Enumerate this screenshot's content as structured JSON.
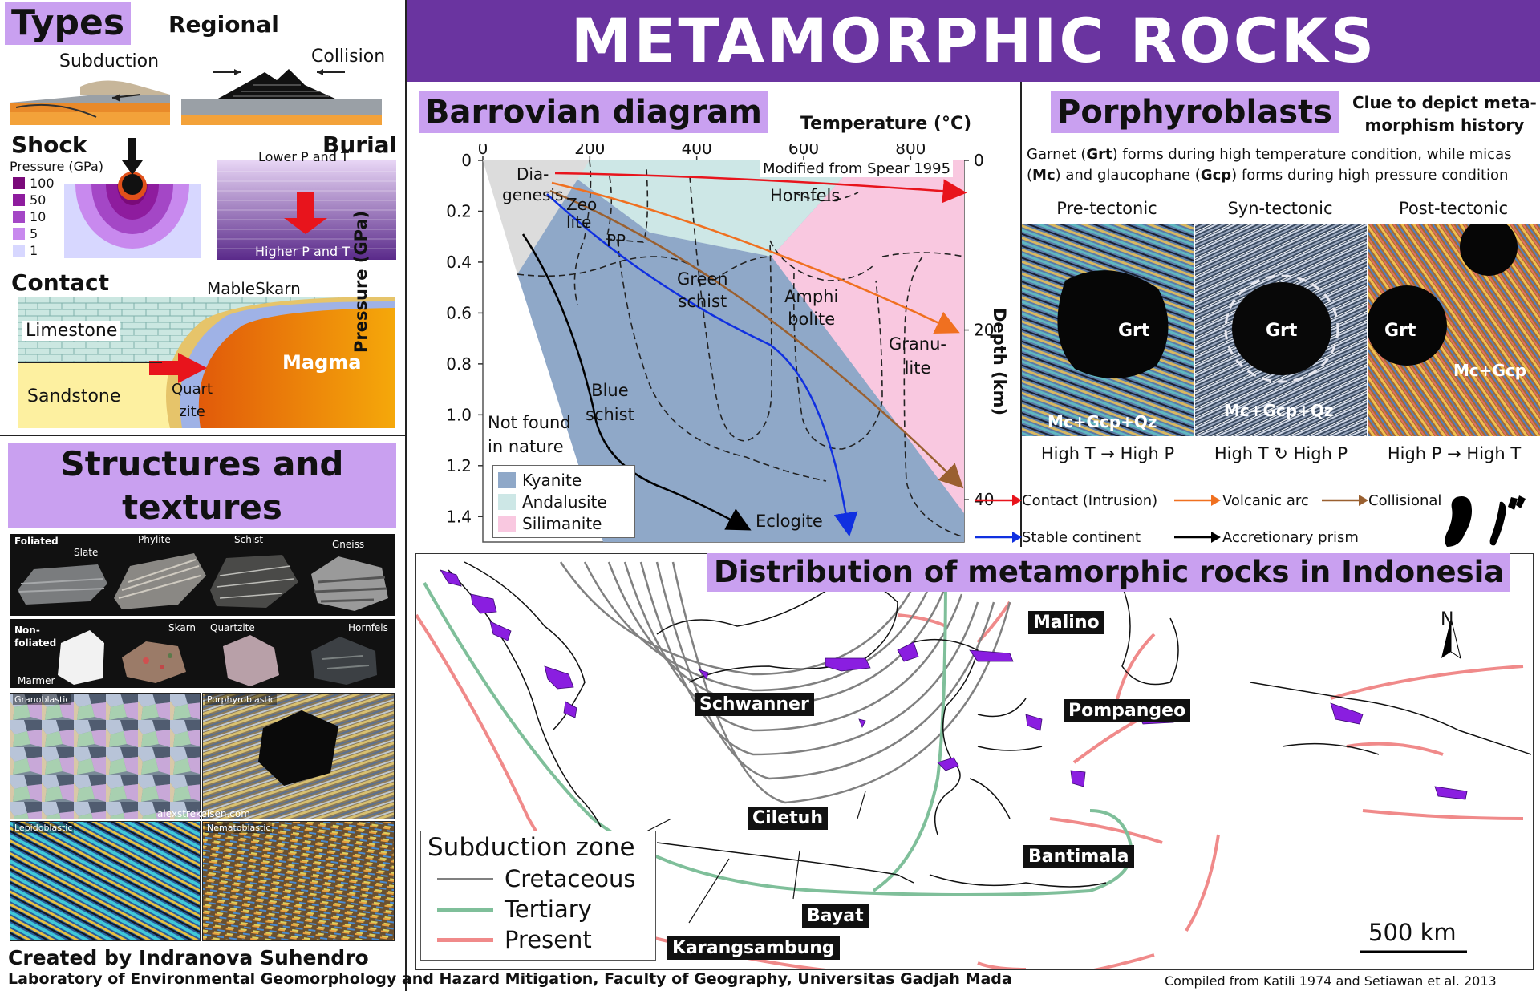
{
  "title": "METAMORPHIC ROCKS",
  "types": {
    "heading": "Types",
    "regional": "Regional",
    "subduction": "Subduction",
    "collision": "Collision",
    "shock": "Shock",
    "burial": "Burial",
    "pressure_label": "Pressure (GPa)",
    "pressure_levels": [
      {
        "label": "100",
        "color": "#7a0a7a"
      },
      {
        "label": "50",
        "color": "#8e1c9e"
      },
      {
        "label": "10",
        "color": "#a447c6"
      },
      {
        "label": "5",
        "color": "#c889ee"
      },
      {
        "label": "1",
        "color": "#d7d7ff"
      }
    ],
    "burial_top": "Lower P and T",
    "burial_bottom": "Higher P and T",
    "contact": "Contact",
    "mable_skarn": "MableSkarn",
    "limestone": "Limestone",
    "sandstone": "Sandstone",
    "quartzite": "Quart\nzite",
    "magma": "Magma"
  },
  "structures": {
    "heading_line1": "Structures and",
    "heading_line2": "textures",
    "foliated": "Foliated",
    "foliated_rocks": [
      "Slate",
      "Phylite",
      "Schist",
      "Gneiss"
    ],
    "nonfoliated": "Non-\nfoliated",
    "nonfoliated_rocks": [
      "Marmer",
      "Skarn",
      "Quartzite",
      "Hornfels"
    ],
    "textures": [
      "Granoblastic",
      "Porphyroblastic",
      "Lepidoblastic",
      "Nematoblastic"
    ],
    "watermark": "alexstrekeisen.com"
  },
  "barrovian": {
    "heading": "Barrovian diagram",
    "temp_axis": "Temperature (°C)",
    "pressure_axis": "Pressure (GPa)",
    "depth_axis": "Depth (km)",
    "temp_ticks": [
      "0",
      "200",
      "400",
      "600",
      "800"
    ],
    "pressure_ticks": [
      "0",
      "0.2",
      "0.4",
      "0.6",
      "0.8",
      "1.0",
      "1.2",
      "1.4"
    ],
    "depth_ticks": [
      "0",
      "20",
      "40"
    ],
    "source": "Modified from Spear 1995",
    "facies": {
      "diagenesis": "Dia-\ngenesis",
      "zeolite": "Zeo\nlite",
      "pp": "PP",
      "hornfels": "Hornfels",
      "greenschist": "Green\nschist",
      "amphibolite": "Amphi\nbolite",
      "granulite": "Granu-\nlite",
      "blueschist": "Blue\nschist",
      "eclogite": "Eclogite",
      "notfound": "Not found\nin nature"
    },
    "legend": [
      {
        "label": "Kyanite",
        "color": "#8fa8c8"
      },
      {
        "label": "Andalusite",
        "color": "#cde7e6"
      },
      {
        "label": "Silimanite",
        "color": "#f9c8e0"
      }
    ],
    "gradients": [
      {
        "label": "Contact (Intrusion)",
        "color": "#e8141c"
      },
      {
        "label": "Volcanic arc",
        "color": "#f07020"
      },
      {
        "label": "Collisional",
        "color": "#9a6030"
      },
      {
        "label": "Stable continent",
        "color": "#1030e0"
      },
      {
        "label": "Accretionary prism",
        "color": "#000000"
      }
    ]
  },
  "porphyro": {
    "heading": "Porphyroblasts",
    "clue": "Clue to depict meta-\nmorphism history",
    "desc_parts": [
      "Garnet (",
      "Grt",
      ") forms during high temperature condition, while micas (",
      "Mc",
      ") and glaucophane (",
      "Gcp",
      ") forms during high pressure condition"
    ],
    "panels": [
      {
        "title": "Pre-tectonic",
        "grt": "Grt",
        "min": "Mc+Gcp+Qz",
        "seq_a": "High T",
        "seq_b": "High P",
        "arrow": "→"
      },
      {
        "title": "Syn-tectonic",
        "grt": "Grt",
        "min": "Mc+Gcp+Qz",
        "seq_a": "High T",
        "seq_b": "High P",
        "arrow": "↻"
      },
      {
        "title": "Post-tectonic",
        "grt": "Grt",
        "min": "Mc+Gcp",
        "seq_a": "High P",
        "seq_b": "High T",
        "arrow": "→"
      }
    ]
  },
  "map": {
    "heading": "Distribution of metamorphic rocks in Indonesia",
    "north": "N",
    "scale": "500 km",
    "places": [
      "Malino",
      "Pompangeo",
      "Schwanner",
      "Ciletuh",
      "Bantimala",
      "Bayat",
      "Karangsambung"
    ],
    "legend_title": "Subduction zone",
    "legend": [
      {
        "label": "Cretaceous",
        "color": "#808080"
      },
      {
        "label": "Tertiary",
        "color": "#7fbf9a"
      },
      {
        "label": "Present",
        "color": "#f08a8a"
      }
    ],
    "source": "Compiled from Katili 1974  and Setiawan et al. 2013"
  },
  "credits": {
    "author": "Created by Indranova Suhendro",
    "lab": "Laboratory of Environmental Geomorphology and Hazard Mitigation, Faculty of Geography, Universitas Gadjah Mada"
  },
  "colors": {
    "purple": "#6a34a0",
    "lilac": "#c9a0f0"
  }
}
